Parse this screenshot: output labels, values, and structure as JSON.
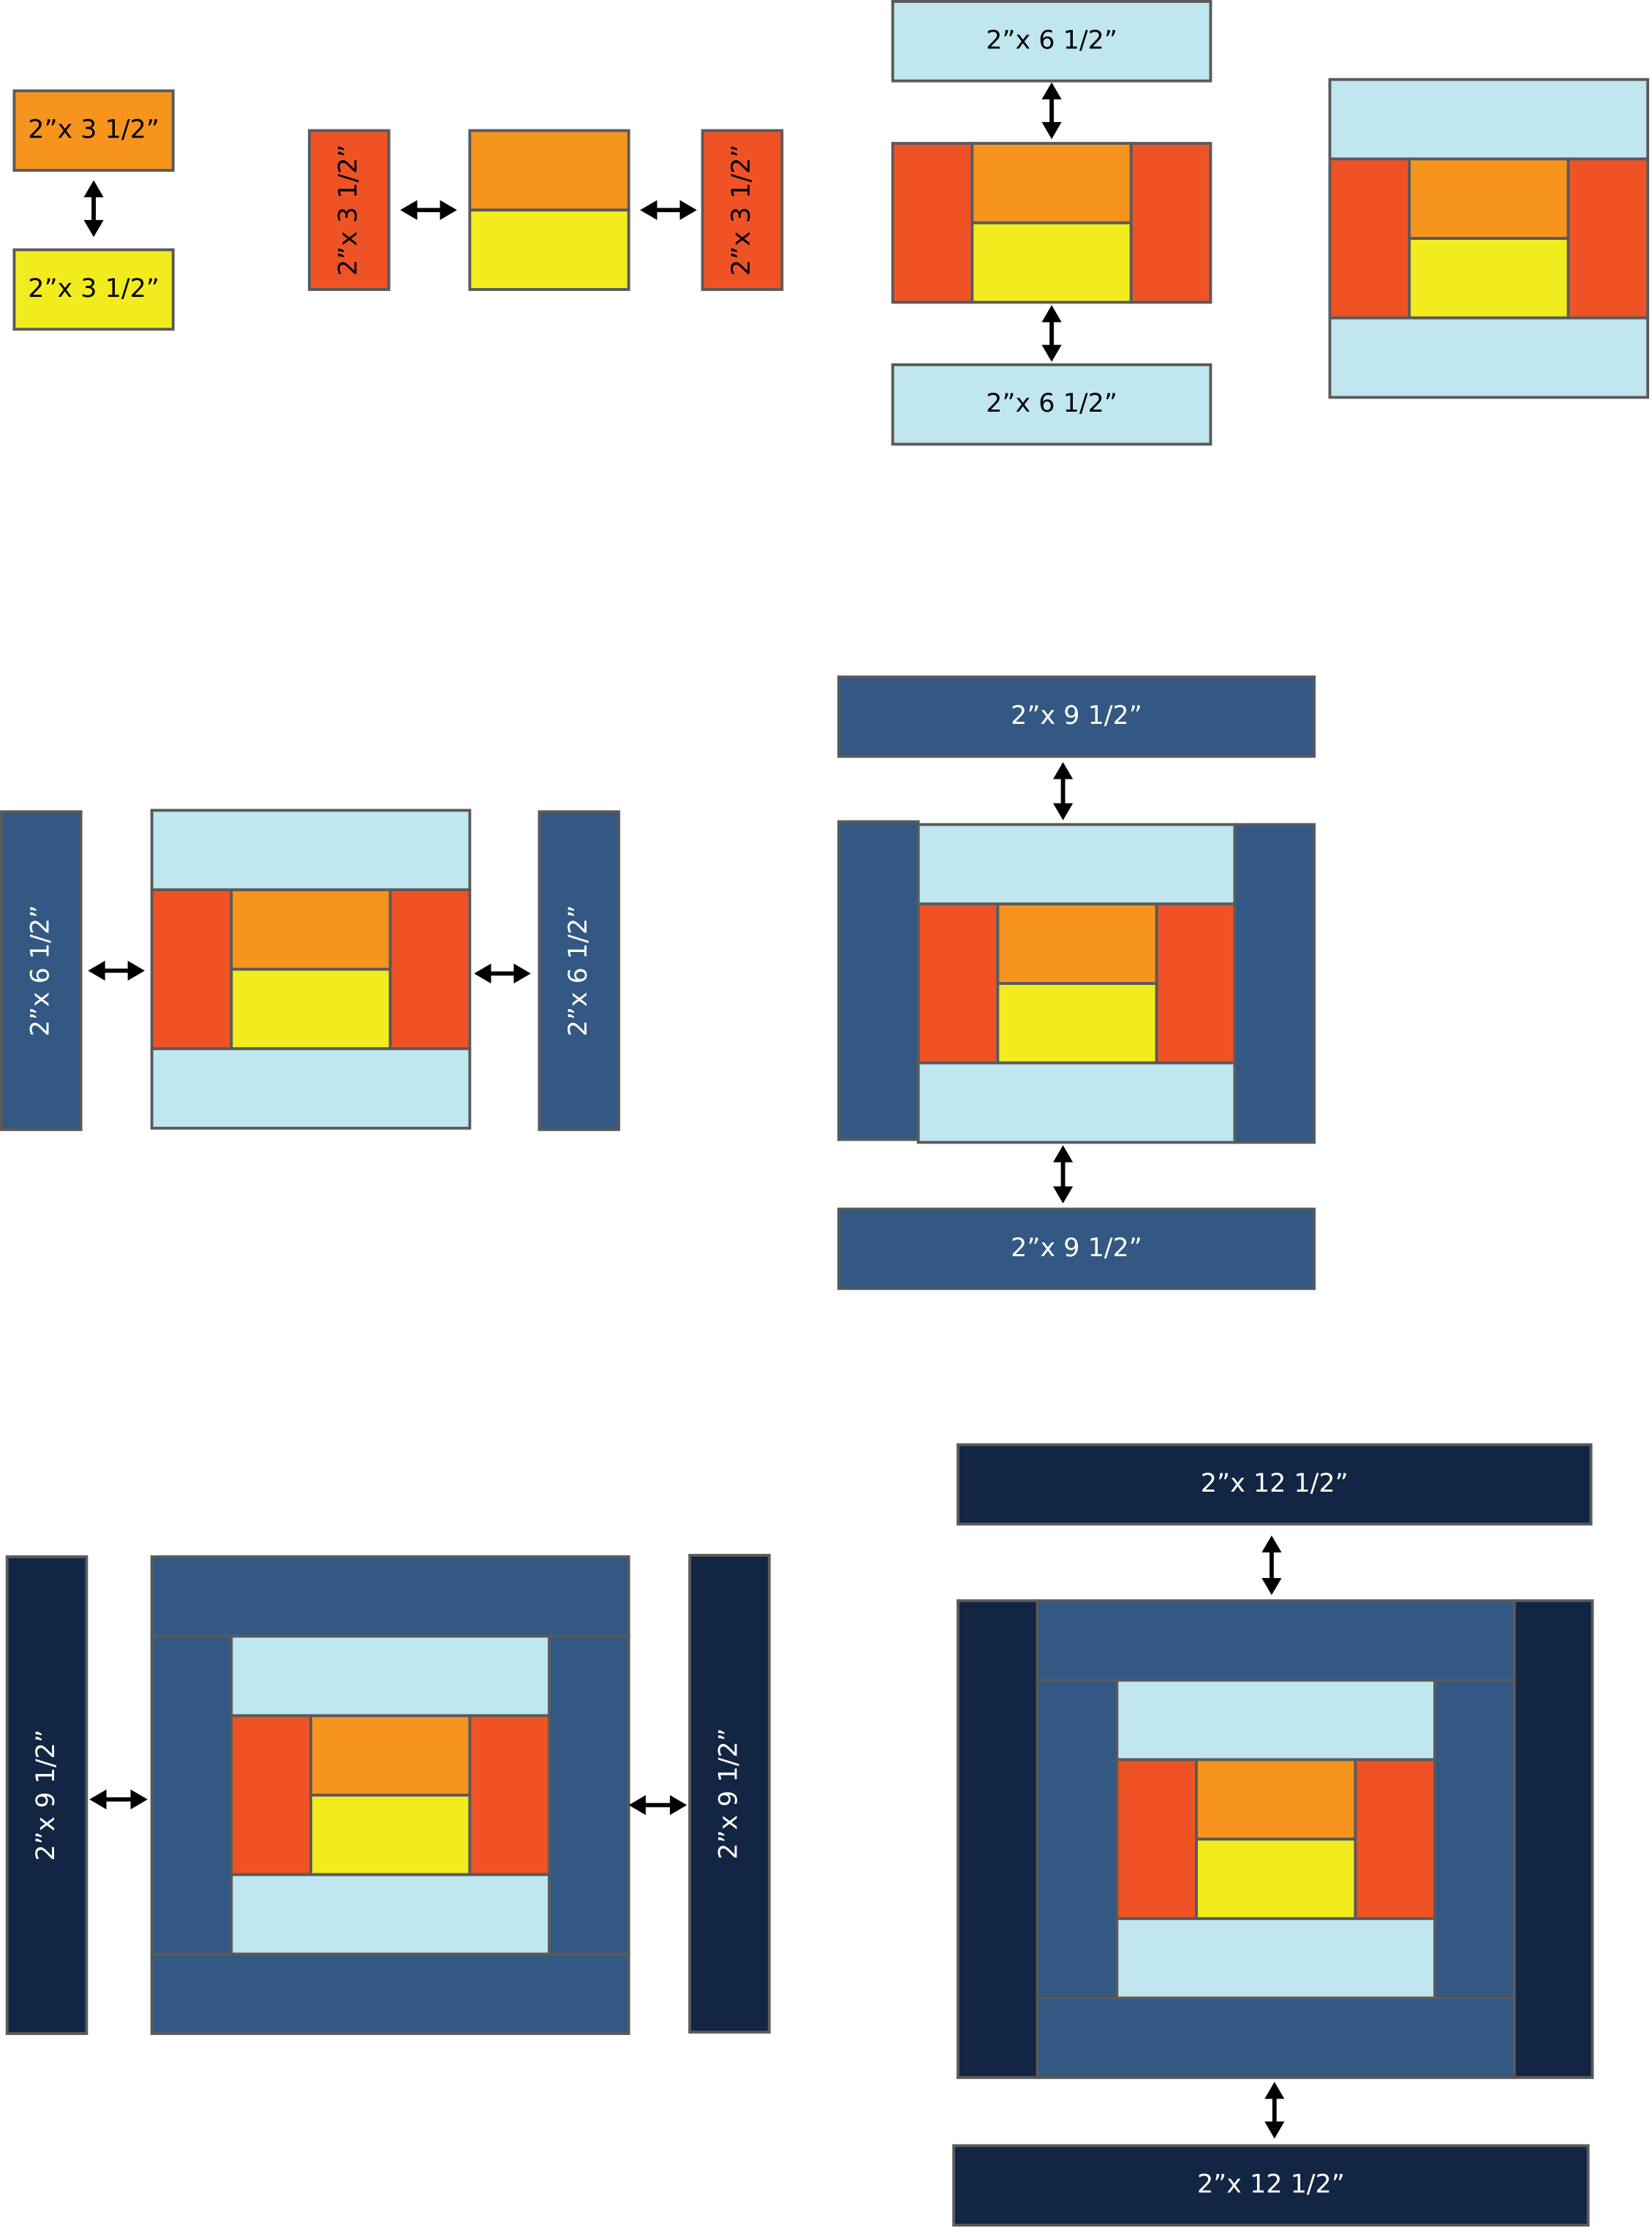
{
  "colors": {
    "orange": "#f7941e",
    "yellow": "#f2ec1f",
    "red": "#ef5325",
    "light_blue": "#c0e6f0",
    "medium_blue": "#325883",
    "dark_navy": "#122542",
    "outline": "#5a5a5a",
    "arrow": "#000000"
  },
  "step1": {
    "orange_label": "2”x 3 1/2”",
    "yellow_label": "2”x 3 1/2”"
  },
  "step2": {
    "left_label": "2”x 3 1/2”",
    "right_label": "2”x 3 1/2”"
  },
  "step3": {
    "top_label": "2”x 6 1/2”",
    "bottom_label": "2”x 6 1/2”"
  },
  "step5": {
    "left_label": "2”x 6 1/2”",
    "right_label": "2”x 6 1/2”"
  },
  "step6": {
    "top_label": "2”x 9 1/2”",
    "bottom_label": "2”x 9 1/2”"
  },
  "step7": {
    "left_label": "2”x 9 1/2”",
    "right_label": "2”x 9 1/2”"
  },
  "step8": {
    "top_label": "2”x 12 1/2”",
    "bottom_label": "2”x 12 1/2”"
  }
}
